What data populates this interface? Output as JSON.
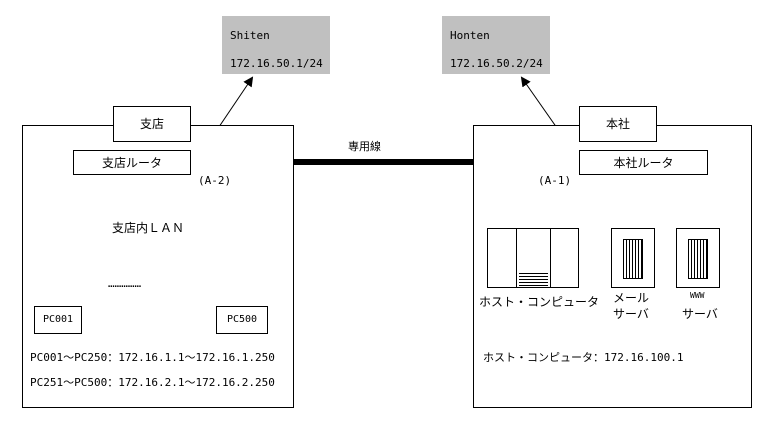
{
  "shiten_terminal": {
    "name": "Shiten",
    "address": "172.16.50.1/24"
  },
  "honten_terminal": {
    "name": "Honten",
    "address": "172.16.50.2/24"
  },
  "branch": {
    "title": "支店",
    "router": "支店ルータ",
    "port": "(A-2)",
    "lan": "支店内ＬＡＮ",
    "ellipsis": "……………",
    "pc_left": "PC001",
    "pc_right": "PC500",
    "range1": "PC001～PC250：172.16.1.1～172.16.1.250",
    "range2": "PC251～PC500：172.16.2.1～172.16.2.250"
  },
  "leased_line": "専用線",
  "hq": {
    "title": "本社",
    "router": "本社ルータ",
    "port": "(A-1)",
    "host_label": "ホスト・コンピュータ",
    "mail_line1": "メール",
    "mail_line2": "サーバ",
    "www_label": "WWW",
    "www_line2": "サーバ",
    "host_ip": "ホスト・コンピュータ：172.16.100.1"
  }
}
